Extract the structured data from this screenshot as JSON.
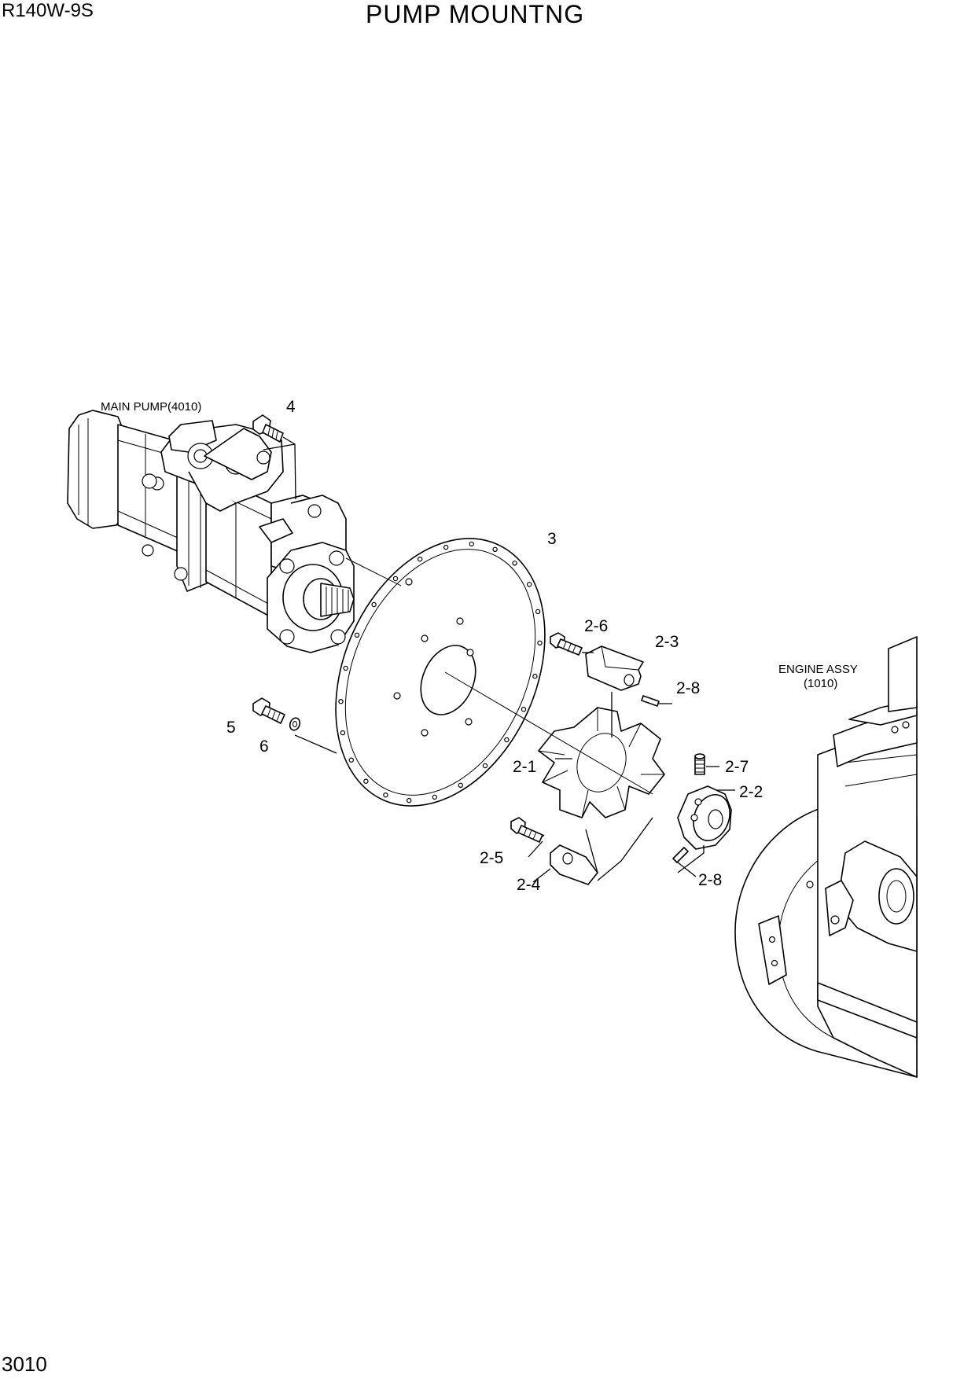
{
  "header": {
    "model": "R140W-9S",
    "title": "PUMP MOUNTNG"
  },
  "footer": {
    "page_number": "3010"
  },
  "assemblies": {
    "main_pump": "MAIN PUMP(4010)",
    "engine_line1": "ENGINE ASSY",
    "engine_line2": "(1010)"
  },
  "callouts": {
    "p4": "4",
    "p3": "3",
    "p2_6": "2-6",
    "p2_3": "2-3",
    "p2_8_top": "2-8",
    "p5": "5",
    "p6": "6",
    "p2_1": "2-1",
    "p2_7": "2-7",
    "p2_2": "2-2",
    "p2_5": "2-5",
    "p2_4": "2-4",
    "p2_8_bottom": "2-8"
  }
}
